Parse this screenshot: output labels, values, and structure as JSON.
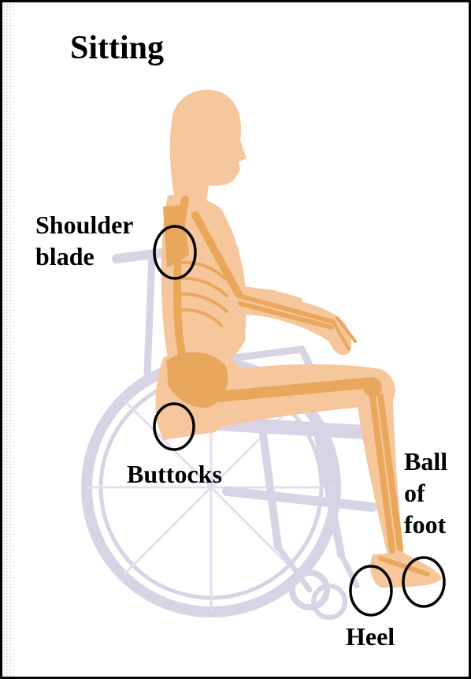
{
  "title": "Sitting",
  "labels": {
    "shoulder_blade": [
      "Shoulder",
      "blade"
    ],
    "buttocks": "Buttocks",
    "ball_of_foot": [
      "Ball",
      "of",
      "foot"
    ],
    "heel": "Heel"
  },
  "colors": {
    "skin": "#f6c79c",
    "bone": "#e9a75c",
    "wheelchair": "#d9d3e6",
    "marker": "#000000",
    "text": "#000000"
  }
}
